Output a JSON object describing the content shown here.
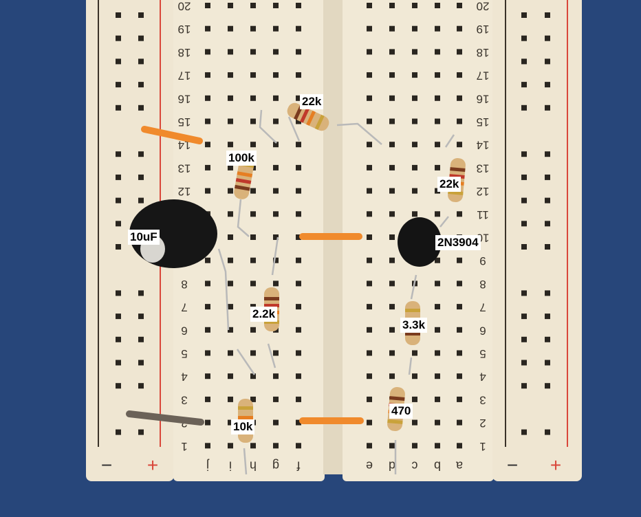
{
  "board": {
    "rows": [
      "1",
      "2",
      "3",
      "4",
      "5",
      "6",
      "7",
      "8",
      "9",
      "10",
      "11",
      "12",
      "13",
      "14",
      "15",
      "16",
      "17",
      "18",
      "19",
      "20"
    ],
    "left_columns": [
      "j",
      "i",
      "h",
      "g",
      "f"
    ],
    "right_columns": [
      "e",
      "d",
      "c",
      "b",
      "a"
    ],
    "rail_signs": {
      "left_minus": "−",
      "left_plus": "+",
      "right_minus": "−",
      "right_plus": "+"
    },
    "colors": {
      "background": "#27467a",
      "board": "#efe6d2",
      "hole": "#2a2620",
      "rail_red": "#d9473a",
      "wire": "#f08a2c",
      "resistor": "#d9b27a"
    }
  },
  "labels": {
    "r_top": "22k",
    "r_100k": "100k",
    "r_right": "22k",
    "cap": "10uF",
    "transistor": "2N3904",
    "r_22": "2.2k",
    "r_33": "3.3k",
    "r_10k": "10k",
    "r_470": "470"
  }
}
